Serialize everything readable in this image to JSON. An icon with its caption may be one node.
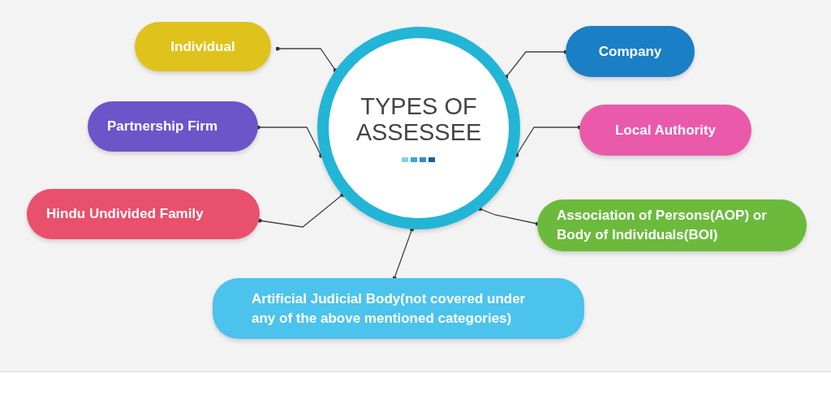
{
  "diagram": {
    "nodes": [
      {
        "text": [
          "TYPES OF ASSESSEE"
        ]
      },
      {
        "text": [
          "Individual"
        ]
      },
      {
        "text": [
          "Company"
        ]
      },
      {
        "text": [
          "Partnership Firm"
        ]
      },
      {
        "text": [
          "Local Authority"
        ]
      },
      {
        "text": [
          "Hindu Undivided Family"
        ]
      },
      {
        "text": [
          "Association of Persons(AOP) or Body of Individuals(BOI)"
        ]
      },
      {
        "text": [
          "Artificial Judicial Body(not covered under any of the above mentioned categories)"
        ]
      }
    ],
    "edges": [
      {
        "from": 0,
        "to": 1,
        "arrow": "other"
      },
      {
        "from": 0,
        "to": 2,
        "arrow": "other"
      },
      {
        "from": 0,
        "to": 3,
        "arrow": "other"
      },
      {
        "from": 0,
        "to": 4,
        "arrow": "other"
      },
      {
        "from": 0,
        "to": 5,
        "arrow": "other"
      },
      {
        "from": 0,
        "to": 6,
        "arrow": "other"
      },
      {
        "from": 0,
        "to": 7,
        "arrow": "other"
      }
    ]
  }
}
